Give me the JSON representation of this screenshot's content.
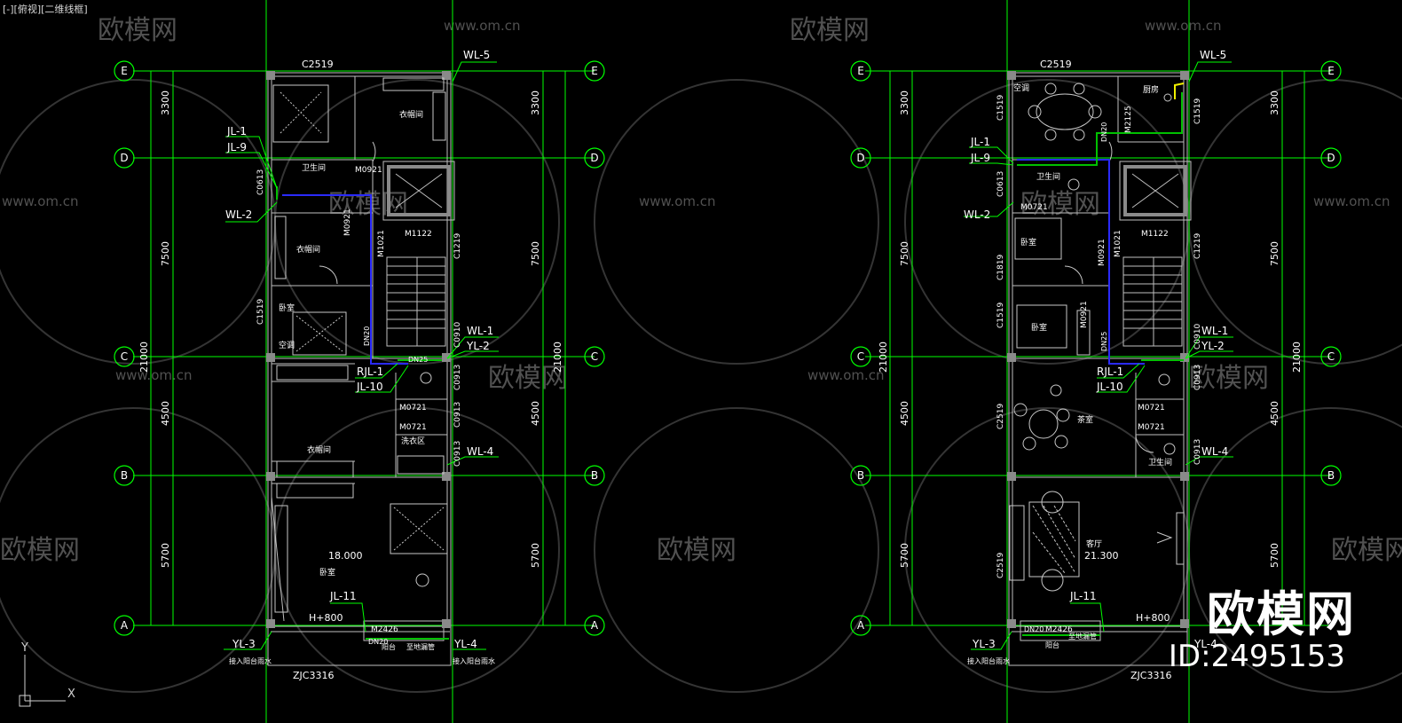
{
  "viewport": {
    "label": "[-][俯视][二维线框]"
  },
  "watermark": {
    "site": "www.om.cn",
    "brand_small": "欧模网",
    "brand": "欧模网",
    "id_text": "ID:2495153"
  },
  "ucs": {
    "x_label": "X",
    "y_label": "Y"
  },
  "colors": {
    "background": "#000000",
    "axis": "#00ff00",
    "wall": "#bfbfbf",
    "cold_pipe": "#00c000",
    "hot_pipe": "#2a2aff",
    "furniture": "#c8c8c8",
    "label": "#ffffff"
  },
  "axis_bubbles": [
    "A",
    "B",
    "C",
    "D",
    "E"
  ],
  "dimensions": {
    "seg_ea": "3300",
    "seg_dc": "7500",
    "seg_cb": "4500",
    "seg_ba": "5700",
    "total": "21000"
  },
  "left_plan": {
    "window_top": "C2519",
    "window_bottom": "ZJC3316",
    "door_bottom": "M2426",
    "elevation": "18.000",
    "height_note": "H+800",
    "pipe_dn20": "DN20",
    "pipe_dn25": "DN25",
    "rooms": [
      "衣帽间",
      "卫生间",
      "衣帽间",
      "卧室",
      "空调",
      "衣帽间",
      "卧室",
      "洗衣区",
      "阳台",
      "至地漏管"
    ],
    "codes": [
      "M0921",
      "M1122",
      "M1021",
      "C1219",
      "C0613",
      "M0921",
      "C1519",
      "C0910",
      "C0913",
      "M0721",
      "M0721",
      "C0913",
      "C0913"
    ],
    "tags": {
      "jl1": "JL-1",
      "jl9": "JL-9",
      "wl2": "WL-2",
      "wl5": "WL-5",
      "wl1": "WL-1",
      "yl2": "YL-2",
      "rjl1": "RJL-1",
      "jl10": "JL-10",
      "wl4": "WL-4",
      "jl11": "JL-11",
      "yl3": "YL-3",
      "yl4": "YL-4"
    },
    "notes": {
      "yl3_note": "接入阳台雨水",
      "yl4_note": "接入阳台雨水"
    }
  },
  "right_plan": {
    "window_top": "C2519",
    "window_bottom": "ZJC3316",
    "door_bottom": "M2426",
    "elevation": "21.300",
    "height_note": "H+800",
    "pipe_dn20": "DN20",
    "pipe_dn25": "DN25",
    "rooms": [
      "空调",
      "厨房",
      "卫生间",
      "卧室",
      "卧室",
      "茶室",
      "卫生间",
      "客厅",
      "阳台",
      "至地漏管"
    ],
    "codes": [
      "C1519",
      "M2125",
      "C1519",
      "C0613",
      "M0721",
      "C1819",
      "M0921",
      "M1021",
      "M1122",
      "C1219",
      "C1519",
      "M0921",
      "C2519",
      "C0910",
      "C0913",
      "M0721",
      "M0721",
      "C0913",
      "C2519"
    ],
    "tags": {
      "jl1": "JL-1",
      "jl9": "JL-9",
      "wl2": "WL-2",
      "wl5": "WL-5",
      "wl1": "WL-1",
      "yl2": "YL-2",
      "rjl1": "RJL-1",
      "jl10": "JL-10",
      "wl4": "WL-4",
      "jl11": "JL-11",
      "yl3": "YL-3",
      "yl4": "YL-4"
    },
    "notes": {
      "yl3_note": "接入阳台雨水"
    }
  }
}
